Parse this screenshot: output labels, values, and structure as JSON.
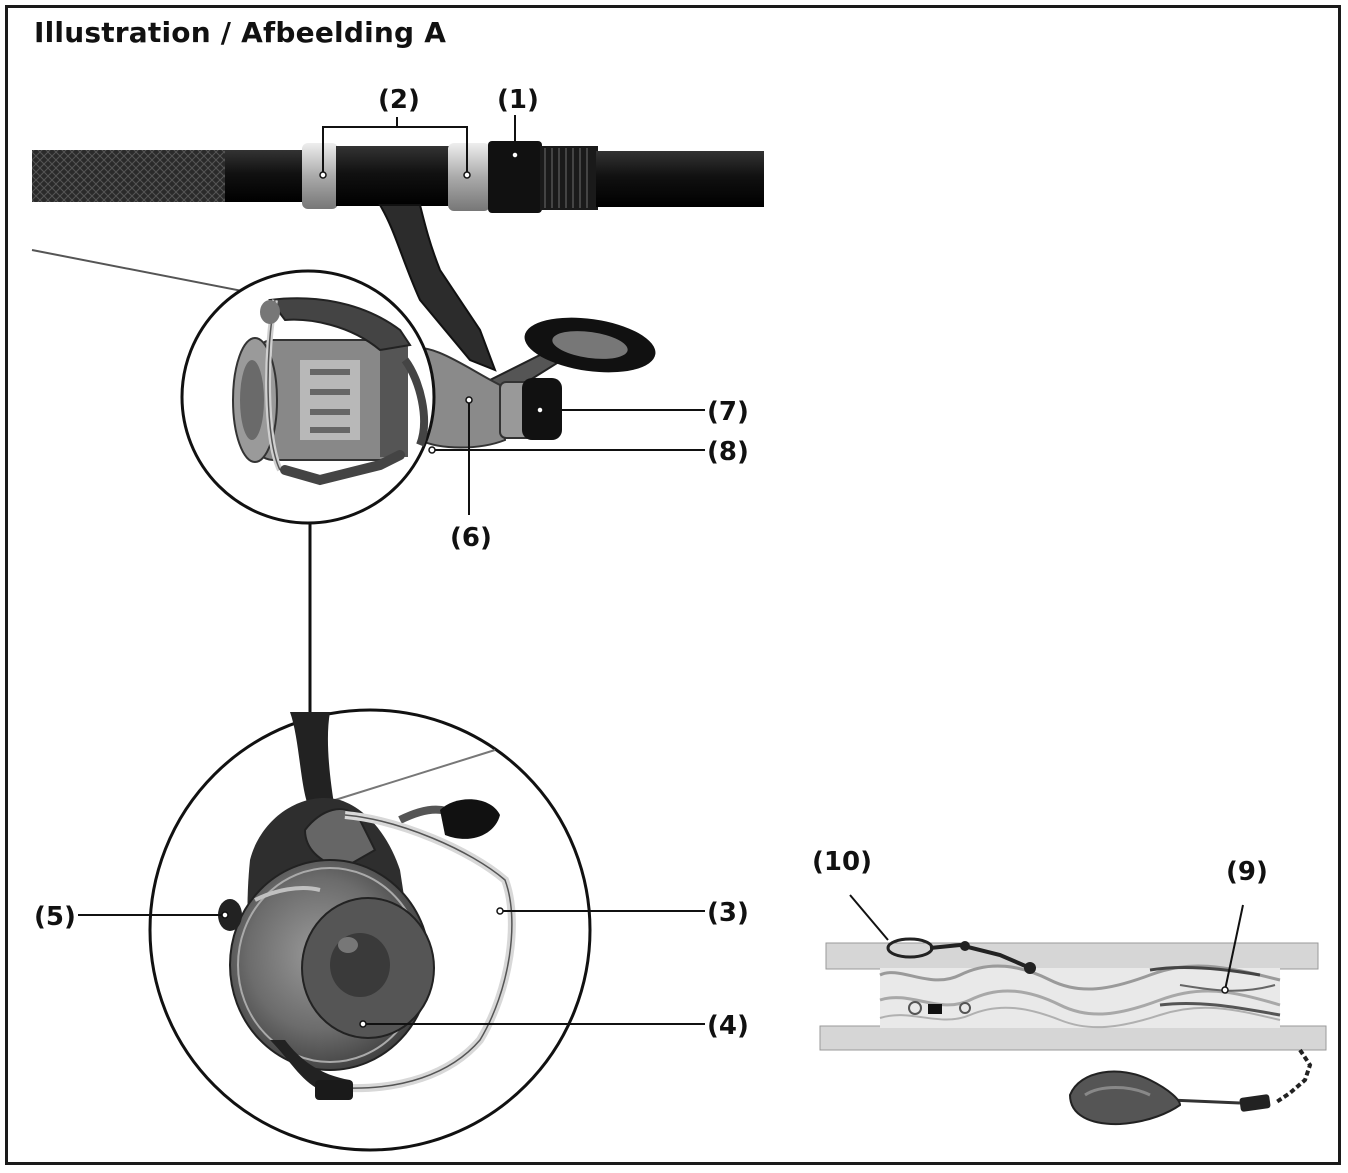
{
  "title": "Illustration / Afbeelding A",
  "labels": {
    "l1": "(1)",
    "l2": "(2)",
    "l3": "(3)",
    "l4": "(4)",
    "l5": "(5)",
    "l6": "(6)",
    "l7": "(7)",
    "l8": "(8)",
    "l9": "(9)",
    "l10": "(10)"
  }
}
